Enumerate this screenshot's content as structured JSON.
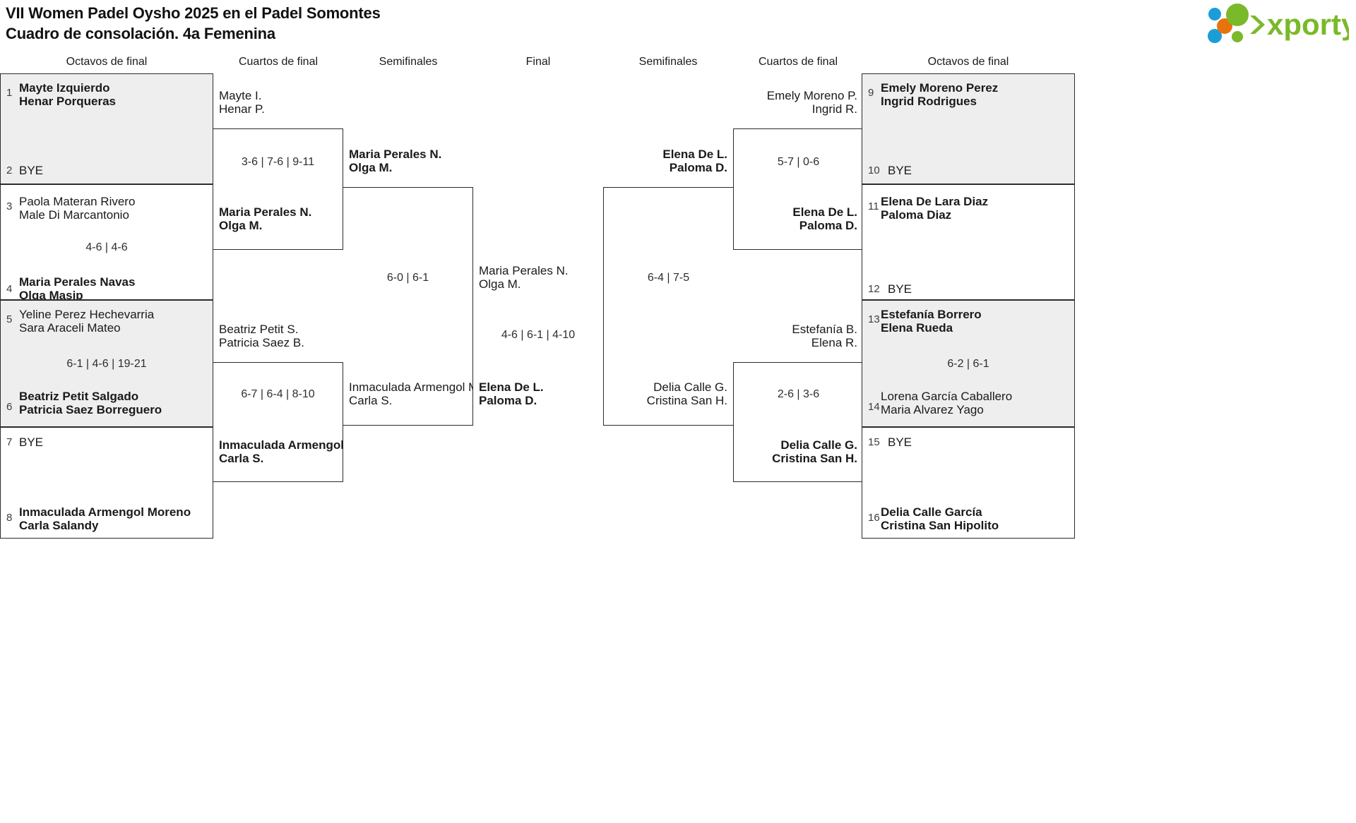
{
  "header": {
    "title_line1": "VII Women Padel Oysho 2025 en el Padel Somontes",
    "title_line2": "Cuadro de consolación. 4a Femenina",
    "logo_text": "xporty",
    "logo_colors": {
      "green": "#7ab929",
      "orange": "#e8730c",
      "blue": "#1b9dd9"
    }
  },
  "round_headers": {
    "octavos_left": "Octavos de final",
    "cuartos_left": "Cuartos de final",
    "semis_left": "Semifinales",
    "final": "Final",
    "semis_right": "Semifinales",
    "cuartos_right": "Cuartos de final",
    "octavos_right": "Octavos de final"
  },
  "bracket": {
    "octavos_left": [
      {
        "seed": "1",
        "line1": "Mayte Izquierdo",
        "line2": "Henar Porqueras",
        "winner": true,
        "shaded": true,
        "bye": false
      },
      {
        "seed": "2",
        "line1": "BYE",
        "line2": "",
        "winner": false,
        "shaded": true,
        "bye": true
      },
      {
        "seed": "3",
        "line1": "Paola Materan Rivero",
        "line2": "Male Di Marcantonio",
        "winner": false,
        "shaded": false,
        "bye": false
      },
      {
        "seed": "4",
        "line1": "Maria Perales Navas",
        "line2": "Olga Masip",
        "winner": true,
        "shaded": false,
        "bye": false
      },
      {
        "seed": "5",
        "line1": "Yeline Perez Hechevarria",
        "line2": "Sara Araceli Mateo",
        "winner": false,
        "shaded": true,
        "bye": false
      },
      {
        "seed": "6",
        "line1": "Beatriz Petit Salgado",
        "line2": "Patricia Saez Borreguero",
        "winner": true,
        "shaded": true,
        "bye": false
      },
      {
        "seed": "7",
        "line1": "BYE",
        "line2": "",
        "winner": false,
        "shaded": false,
        "bye": true
      },
      {
        "seed": "8",
        "line1": "Inmaculada Armengol Moreno",
        "line2": "Carla Salandy",
        "winner": true,
        "shaded": false,
        "bye": false
      }
    ],
    "octavos_left_scores": [
      "",
      "4-6 | 4-6",
      "6-1 | 4-6 | 19-21",
      ""
    ],
    "octavos_right": [
      {
        "seed": "9",
        "line1": "Emely Moreno Perez",
        "line2": "Ingrid Rodrigues",
        "winner": true,
        "shaded": true,
        "bye": false
      },
      {
        "seed": "10",
        "line1": "BYE",
        "line2": "",
        "winner": false,
        "shaded": true,
        "bye": true
      },
      {
        "seed": "11",
        "line1": "Elena De Lara Diaz",
        "line2": "Paloma Diaz",
        "winner": true,
        "shaded": false,
        "bye": false
      },
      {
        "seed": "12",
        "line1": "BYE",
        "line2": "",
        "winner": false,
        "shaded": false,
        "bye": true
      },
      {
        "seed": "13",
        "line1": "Estefanía Borrero",
        "line2": "Elena Rueda",
        "winner": true,
        "shaded": true,
        "bye": false
      },
      {
        "seed": "14",
        "line1": "Lorena García Caballero",
        "line2": "Maria Alvarez Yago",
        "winner": false,
        "shaded": true,
        "bye": false
      },
      {
        "seed": "15",
        "line1": "BYE",
        "line2": "",
        "winner": false,
        "shaded": false,
        "bye": true
      },
      {
        "seed": "16",
        "line1": "Delia Calle García",
        "line2": "Cristina San Hipolito",
        "winner": true,
        "shaded": false,
        "bye": false
      }
    ],
    "octavos_right_scores": [
      "",
      "",
      "6-2 | 6-1",
      ""
    ],
    "cuartos_left": [
      {
        "top_l1": "Mayte I.",
        "top_l2": "Henar P.",
        "top_win": false,
        "bot_l1": "Maria Perales N.",
        "bot_l2": "Olga M.",
        "bot_win": true,
        "score": "3-6 | 7-6 | 9-11"
      },
      {
        "top_l1": "Beatriz Petit S.",
        "top_l2": "Patricia Saez B.",
        "top_win": false,
        "bot_l1": "Inmaculada Armengol M.",
        "bot_l2": "Carla S.",
        "bot_win": true,
        "score": "6-7 | 6-4 | 8-10"
      }
    ],
    "cuartos_right": [
      {
        "top_l1": "Emely Moreno P.",
        "top_l2": "Ingrid R.",
        "top_win": false,
        "bot_l1": "Elena De L.",
        "bot_l2": "Paloma D.",
        "bot_win": true,
        "score": "5-7 | 0-6"
      },
      {
        "top_l1": "Estefanía B.",
        "top_l2": "Elena R.",
        "top_win": false,
        "bot_l1": "Delia Calle G.",
        "bot_l2": "Cristina San H.",
        "bot_win": true,
        "score": "2-6 | 3-6"
      }
    ],
    "semis_left": {
      "top_l1": "Maria Perales N.",
      "top_l2": "Olga M.",
      "top_win": true,
      "bot_l1": "Inmaculada Armengol M.",
      "bot_l2": "Carla S.",
      "bot_win": false,
      "score": "6-0 | 6-1"
    },
    "semis_right": {
      "top_l1": "Elena De L.",
      "top_l2": "Paloma D.",
      "top_win": true,
      "bot_l1": "Delia Calle G.",
      "bot_l2": "Cristina San H.",
      "bot_win": false,
      "score": "6-4 | 7-5"
    },
    "final": {
      "top_l1": "Maria Perales N.",
      "top_l2": "Olga M.",
      "top_win": false,
      "bot_l1": "Elena De L.",
      "bot_l2": "Paloma D.",
      "bot_win": true,
      "score": "4-6 | 6-1 | 4-10"
    }
  }
}
